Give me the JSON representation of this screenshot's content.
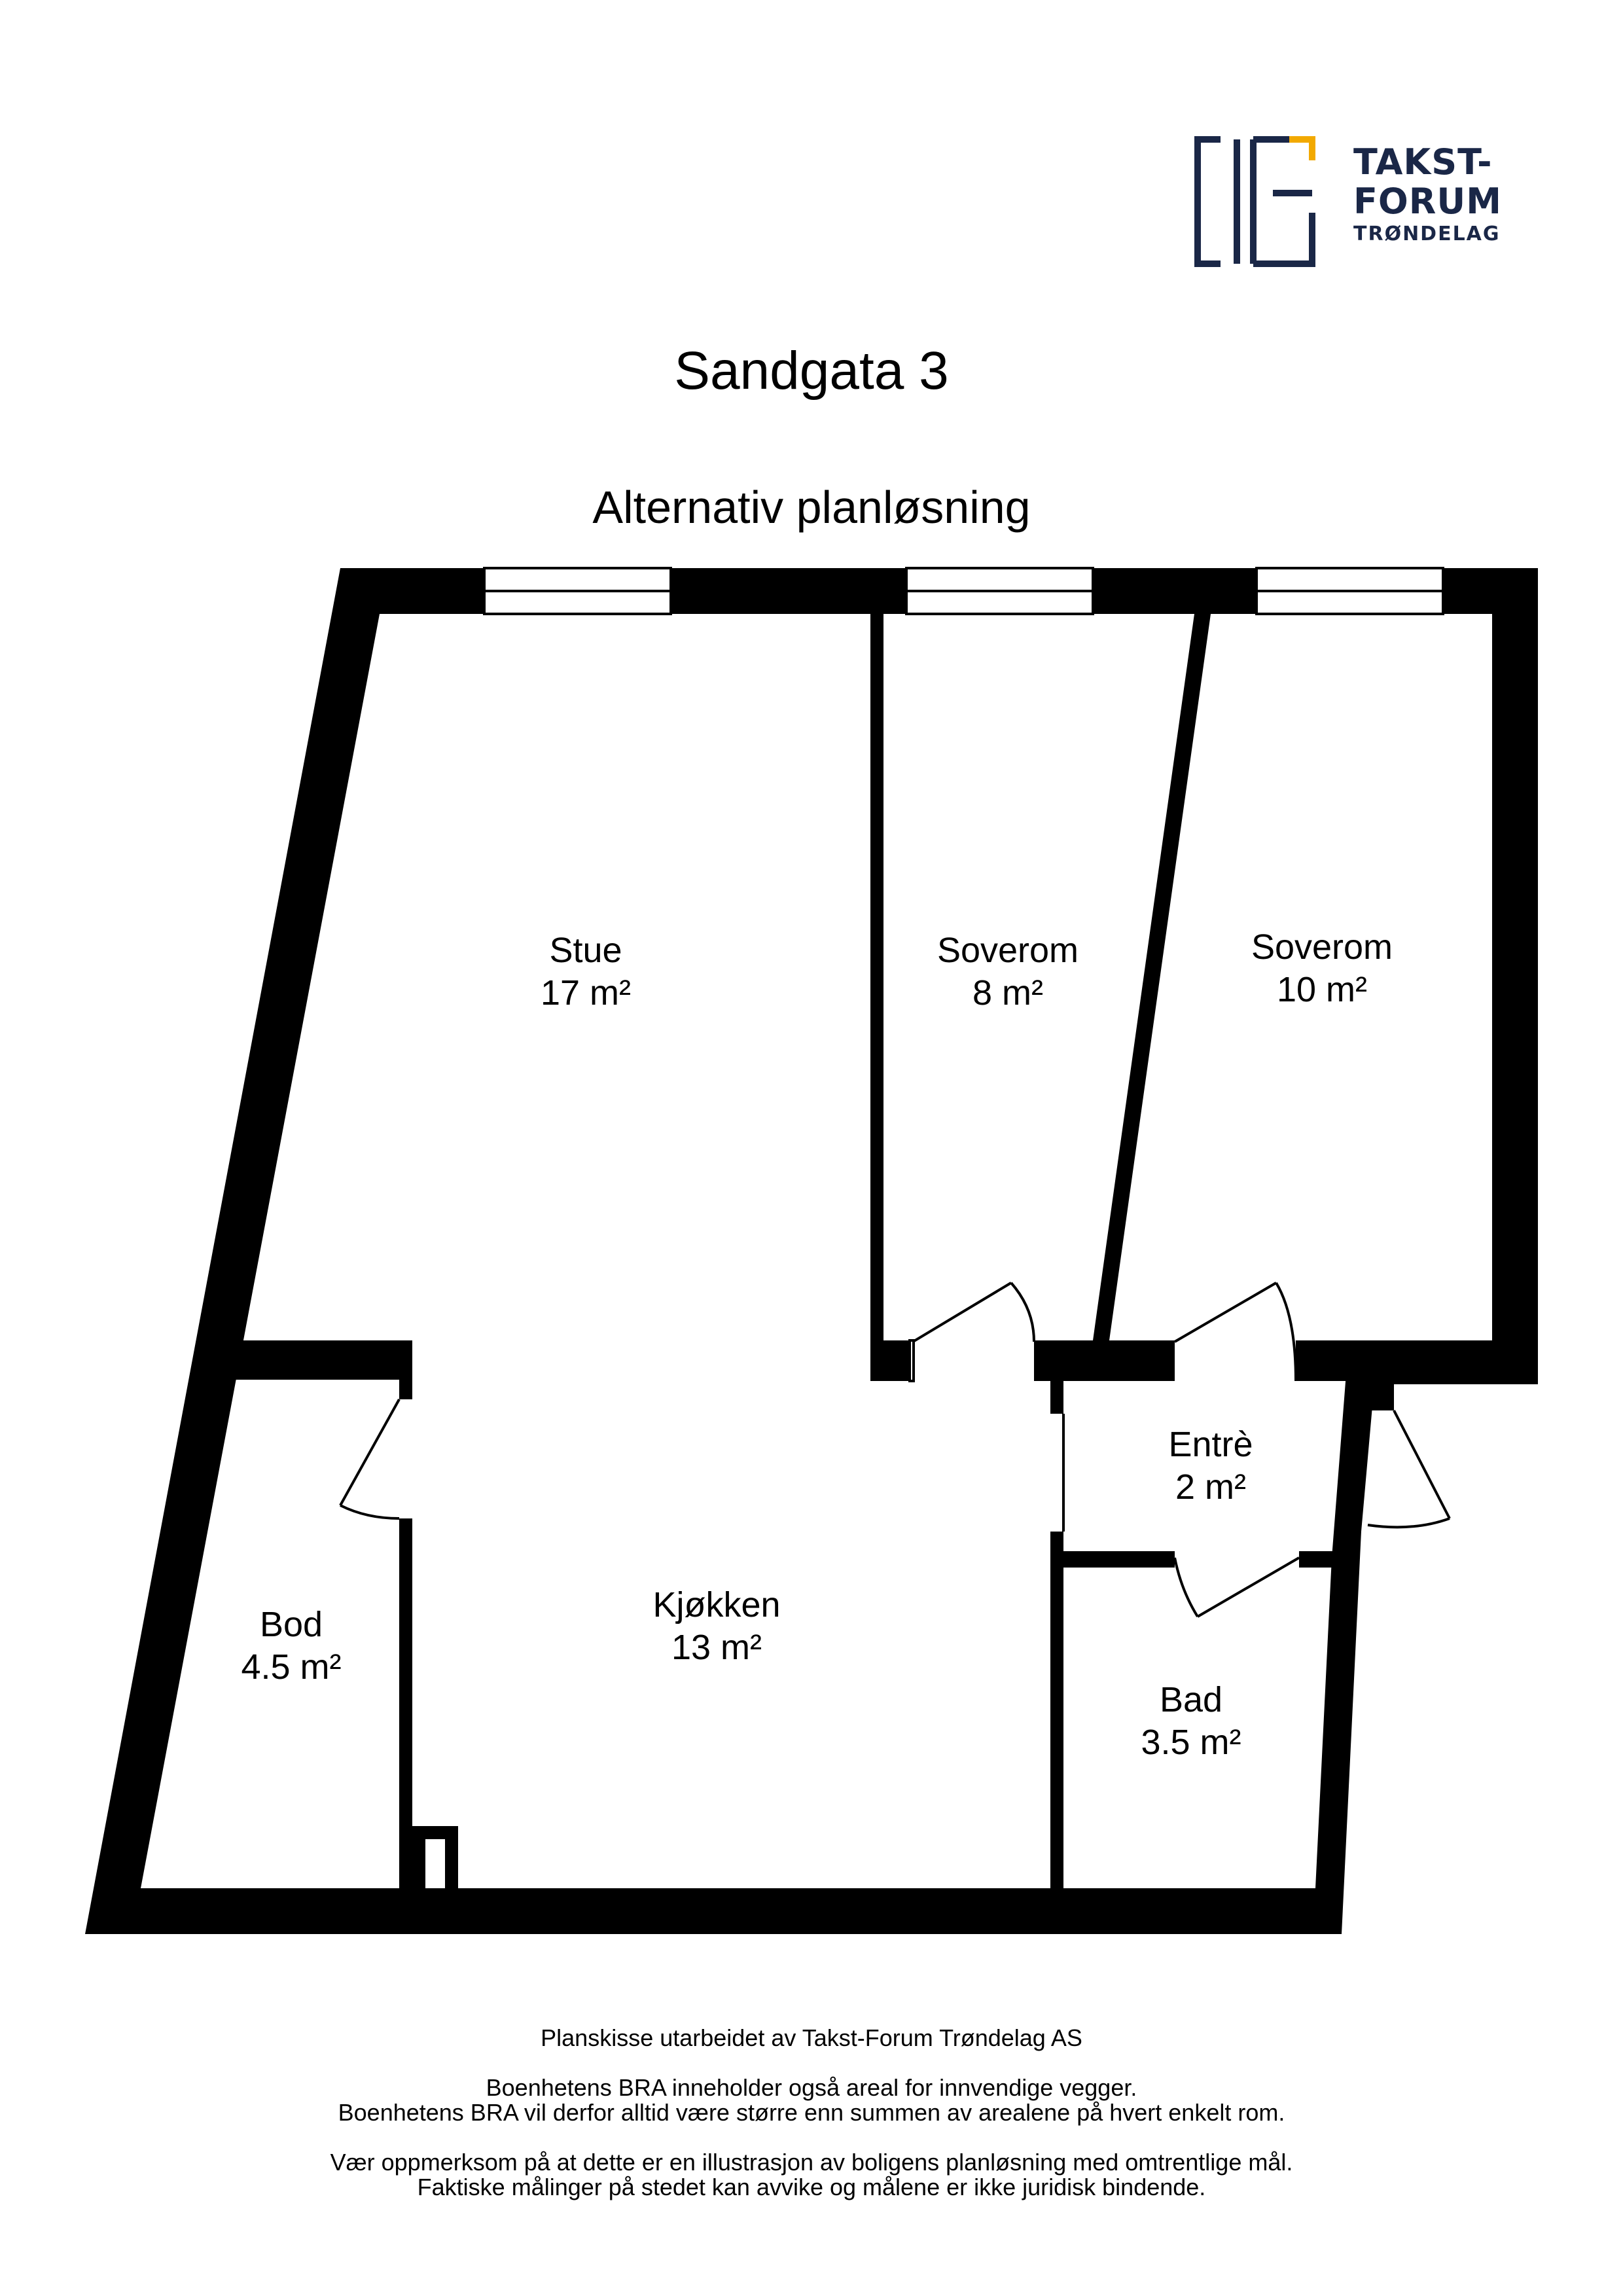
{
  "logo": {
    "name": "takst-forum-logo",
    "line1": "TAKST-",
    "line2": "FORUM",
    "line3": "TRØNDELAG",
    "color_primary": "#1a2747",
    "color_accent": "#f2a900"
  },
  "title": "Sandgata 3",
  "subtitle": "Alternativ planløsning",
  "rooms": [
    {
      "id": "stue",
      "name": "Stue",
      "area": "17 m²"
    },
    {
      "id": "soverom-1",
      "name": "Soverom",
      "area": "8 m²"
    },
    {
      "id": "soverom-2",
      "name": "Soverom",
      "area": "10 m²"
    },
    {
      "id": "entre",
      "name": "Entrè",
      "area": "2 m²"
    },
    {
      "id": "bod",
      "name": "Bod",
      "area": "4.5 m²"
    },
    {
      "id": "kjokken",
      "name": "Kjøkken",
      "area": "13 m²"
    },
    {
      "id": "bad",
      "name": "Bad",
      "area": "3.5 m²"
    }
  ],
  "footer": {
    "credit": "Planskisse utarbeidet av Takst-Forum Trøndelag AS",
    "bra_line1": "Boenhetens BRA inneholder også areal for innvendige vegger.",
    "bra_line2": "Boenhetens BRA vil derfor alltid være større enn summen av arealene på hvert enkelt rom.",
    "disclaimer_line1": "Vær oppmerksom på at dette er en illustrasjon av boligens planløsning med omtrentlige mål.",
    "disclaimer_line2": "Faktiske målinger på stedet kan avvike og målene er ikke juridisk bindende."
  }
}
